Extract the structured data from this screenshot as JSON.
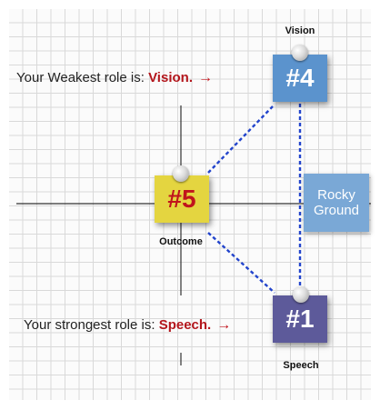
{
  "captions": {
    "weakest_prefix": "Your Weakest role is: ",
    "weakest_role": "Vision.",
    "strongest_prefix": "Your strongest role is: ",
    "strongest_role": "Speech.",
    "arrow": "→"
  },
  "notes": {
    "vision": {
      "number": "#4",
      "label": "Vision",
      "color": "#5b93cd"
    },
    "outcome": {
      "number": "#5",
      "label": "Outcome",
      "color": "#e4d540",
      "number_color": "#c0141c"
    },
    "speech": {
      "number": "#1",
      "label": "Speech",
      "color": "#5d5a9a"
    }
  },
  "zone": {
    "line1": "Rocky",
    "line2": "Ground",
    "color": "#7aa8d6"
  },
  "colors": {
    "connector": "#2244cc",
    "axis": "#333333",
    "accent_text": "#b3161c"
  }
}
